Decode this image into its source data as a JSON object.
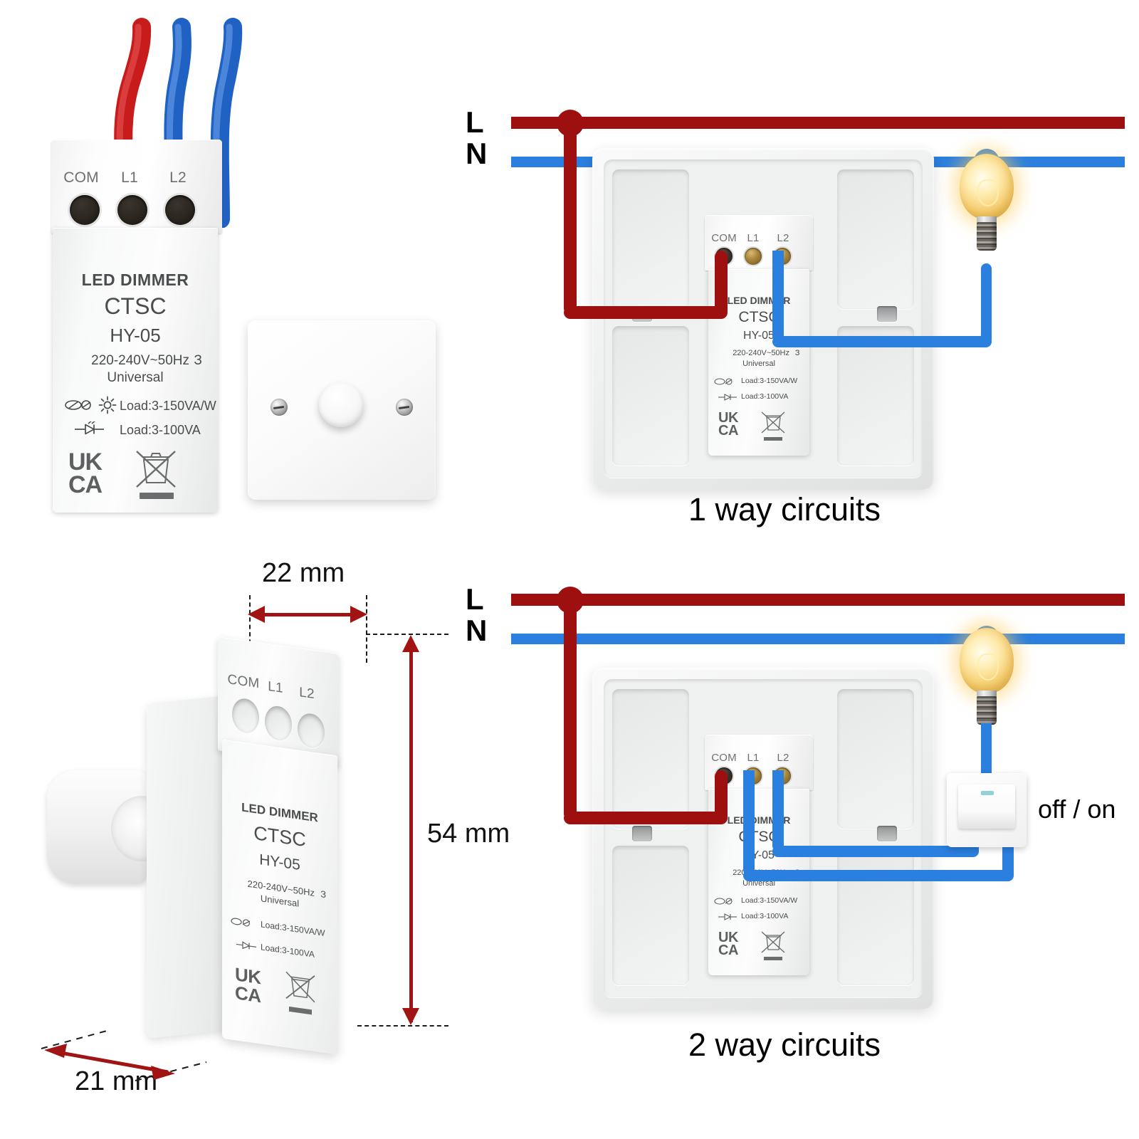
{
  "device": {
    "brand_line": "LED DIMMER",
    "model_name": "CTSC",
    "model_code": "HY-05",
    "voltage": "220-240V~50Hz",
    "ce_mark": "Ɛ",
    "type": "Universal",
    "load_1": "Load:3-150VA/W",
    "load_2": "Load:3-100VA",
    "uk_mark_top": "UK",
    "uk_mark_bottom": "CA",
    "terminals": [
      "COM",
      "L1",
      "L2"
    ]
  },
  "dimensions": {
    "width": "22 mm",
    "height": "54 mm",
    "depth": "21 mm"
  },
  "circuits": {
    "one_way": {
      "caption": "1 way circuits",
      "rail_live": "L",
      "rail_neutral": "N"
    },
    "two_way": {
      "caption": "2 way circuits",
      "rail_live": "L",
      "rail_neutral": "N",
      "switch_label": "off / on"
    }
  },
  "colors": {
    "live_wire": "#9e1010",
    "neutral_wire": "#2b7fde",
    "dimension_arrow": "#a01414",
    "label_text": "#4a4c4d"
  }
}
